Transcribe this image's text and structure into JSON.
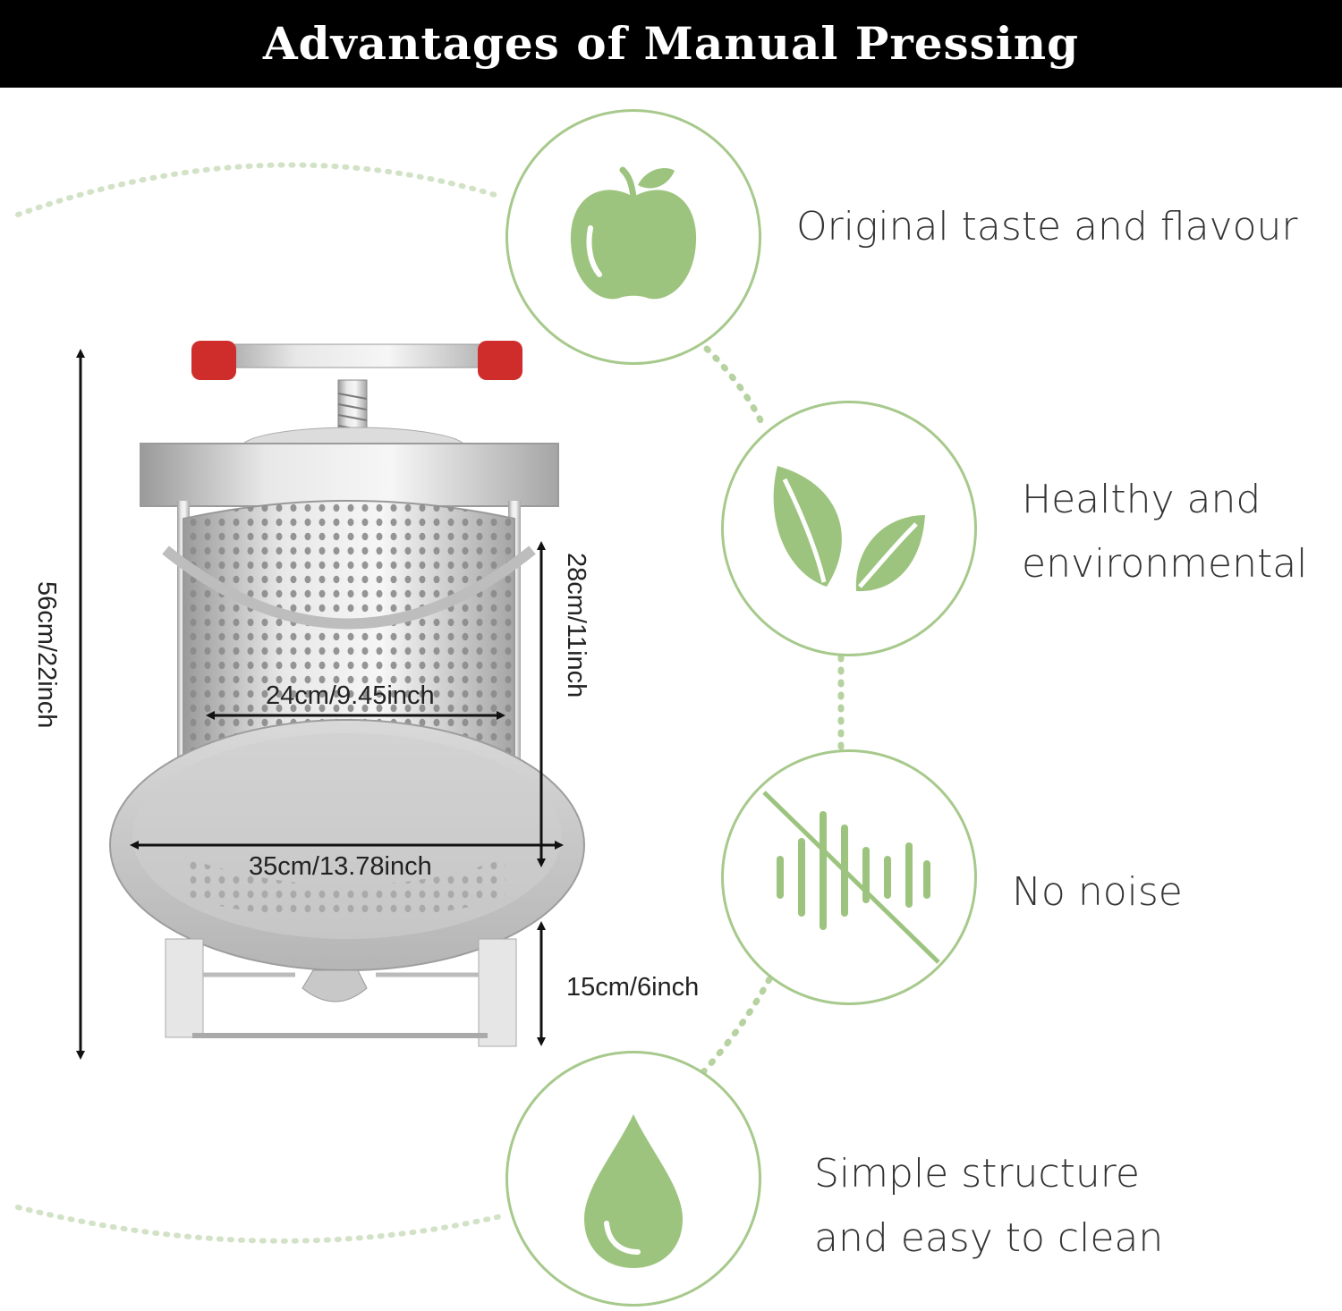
{
  "title": "Advantages of Manual Pressing",
  "colors": {
    "banner_bg": "#000000",
    "banner_text": "#ffffff",
    "accent_green": "#a7c98c",
    "icon_green": "#9dc47f"
  },
  "features": [
    {
      "icon": "apple-icon",
      "lines": [
        "Original taste and flavour"
      ]
    },
    {
      "icon": "leaves-icon",
      "lines": [
        "Healthy and",
        "environmental"
      ]
    },
    {
      "icon": "no-noise-icon",
      "lines": [
        "No noise"
      ]
    },
    {
      "icon": "water-drop-icon",
      "lines": [
        "Simple structure",
        "and easy to clean"
      ]
    }
  ],
  "product": {
    "name_icon": "fruit-press-illustration",
    "dimensions": {
      "total_height": "56cm/22inch",
      "basket_height": "28cm/11inch",
      "basket_diameter": "24cm/9.45inch",
      "tray_diameter": "35cm/13.78inch",
      "leg_height": "15cm/6inch"
    }
  }
}
